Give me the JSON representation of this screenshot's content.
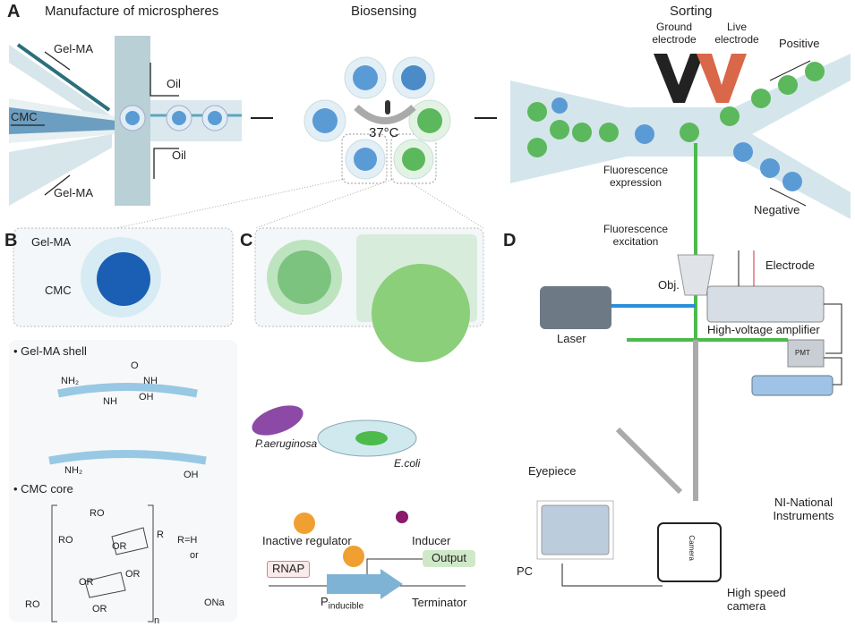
{
  "panels": {
    "a": "A",
    "b": "B",
    "c": "C",
    "d": "D"
  },
  "titles": {
    "manufacture": "Manufacture of microspheres",
    "biosensing": "Biosensing",
    "sorting": "Sorting"
  },
  "panel_a": {
    "gelma_top": "Gel-MA",
    "gelma_bottom": "Gel-MA",
    "cmc": "CMC",
    "oil_top": "Oil",
    "oil_bottom": "Oil",
    "temperature": "37°C",
    "ground_electrode": "Ground electrode",
    "live_electrode": "Live electrode",
    "positive": "Positive",
    "negative": "Negative",
    "fluor_expression": "Fluorescence expression",
    "fluor_excitation": "Fluorescence excitation"
  },
  "panel_b": {
    "gelma": "Gel-MA",
    "cmc": "CMC",
    "shell_heading": "• Gel-MA shell",
    "core_heading": "• CMC core",
    "nh2": "NH₂",
    "nh": "NH",
    "oh": "OH",
    "o": "O",
    "r_def": "R=H",
    "or_word": "or",
    "ona": "ONa",
    "ro": "RO",
    "or": "OR",
    "r": "R",
    "n": "n"
  },
  "panel_c": {
    "paeruginosa": "P.aeruginosa",
    "ecoli": "E.coli",
    "inactive_regulator": "Inactive regulator",
    "inducer": "Inducer",
    "rnap": "RNAP",
    "promoter": "P",
    "promoter_sub": "inducible",
    "output": "Output",
    "terminator": "Terminator"
  },
  "panel_d": {
    "obj": "Obj.",
    "electrode": "Electrode",
    "laser": "Laser",
    "amplifier": "High-voltage amplifier",
    "pmt": "PMT",
    "eyepiece": "Eyepiece",
    "ni": "NI-National Instruments",
    "pc": "PC",
    "camera": "Camera",
    "high_speed_camera": "High speed camera"
  },
  "colors": {
    "blue_bead": "#5b9bd5",
    "green_bead": "#5cb85c",
    "laser_blue": "#2a8fd8",
    "beam_green": "#4cbb4c",
    "channel": "#c9dde2"
  }
}
